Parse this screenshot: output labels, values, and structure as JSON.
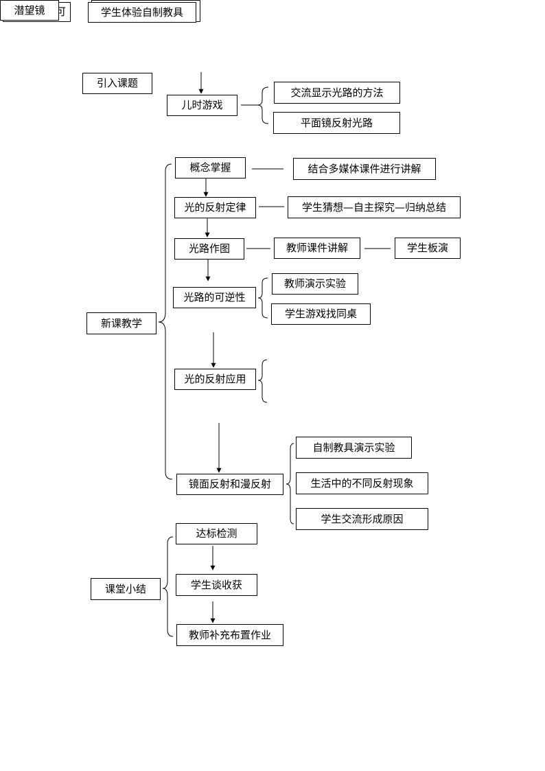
{
  "header": {
    "tab_partial": "可",
    "tab_main": "潜望镜",
    "secondary_partial": "",
    "secondary_main": "学生体验自制教具"
  },
  "intro": {
    "label": "引入课题",
    "game": "儿时游戏",
    "branch_1": "交流显示光路的方法",
    "branch_2": "平面镜反射光路"
  },
  "new_lesson": {
    "label": "新课教学",
    "concept": "概念掌握",
    "concept_note": "结合多媒体课件进行讲解",
    "law": "光的反射定律",
    "law_note": "学生猜想—自主探究—归纳总结",
    "ray_diagram": "光路作图",
    "ray_note_1": "教师课件讲解",
    "ray_note_2": "学生板演",
    "reversibility": "光路的可逆性",
    "rev_note_1": "教师演示实验",
    "rev_note_2": "学生游戏找同桌",
    "application": "光的反射应用",
    "mirror_diffuse": "镜面反射和漫反射",
    "md_note_1": "自制教具演示实验",
    "md_note_2": "生活中的不同反射现象",
    "md_note_3": "学生交流形成原因"
  },
  "summary": {
    "label": "课堂小结",
    "test": "达标检测",
    "harvest": "学生谈收获",
    "homework": "教师补充布置作业"
  }
}
